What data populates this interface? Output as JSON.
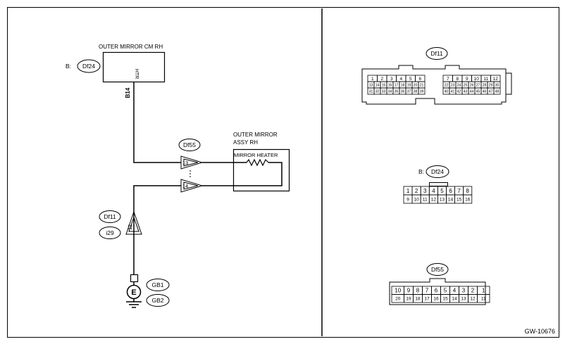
{
  "ecm": {
    "title": "OUTER MIRROR CM RH",
    "prefix": "B:",
    "connector": "Df24",
    "pin_label": "HTR",
    "wire_label": "B14"
  },
  "assy": {
    "title_line1": "OUTER MIRROR",
    "title_line2": "ASSY RH",
    "element": "MIRROR HEATER"
  },
  "relay_connector": {
    "id": "Df55",
    "pins": [
      "13",
      "14"
    ]
  },
  "joint_connector": {
    "id_a": "Df11",
    "id_b": "i29",
    "pin": "12"
  },
  "ground": {
    "symbol": "E",
    "labels": [
      "GB1",
      "GB2"
    ]
  },
  "connector_views": {
    "df11": {
      "id": "Df11",
      "left_rows": [
        [
          "1",
          "2",
          "3",
          "4",
          "5",
          "6"
        ],
        [
          "13",
          "14",
          "15",
          "16",
          "17",
          "18",
          "19",
          "20",
          "21"
        ],
        [
          "31",
          "32",
          "33",
          "34",
          "35",
          "36",
          "37",
          "38",
          "39"
        ]
      ],
      "right_rows": [
        [
          "7",
          "8",
          "9",
          "10",
          "11",
          "12"
        ],
        [
          "22",
          "23",
          "24",
          "25",
          "26",
          "27",
          "28",
          "29",
          "30"
        ],
        [
          "40",
          "41",
          "42",
          "43",
          "44",
          "45",
          "46",
          "47",
          "48"
        ]
      ]
    },
    "df24": {
      "prefix": "B:",
      "id": "Df24",
      "rows": [
        [
          "1",
          "2",
          "3",
          "4",
          "5",
          "6",
          "7",
          "8"
        ],
        [
          "9",
          "10",
          "11",
          "12",
          "13",
          "14",
          "15",
          "16"
        ]
      ]
    },
    "df55": {
      "id": "Df55",
      "rows": [
        [
          "10",
          "9",
          "8",
          "7",
          "6",
          "5",
          "4",
          "3",
          "2",
          "1"
        ],
        [
          "20",
          "19",
          "18",
          "17",
          "16",
          "15",
          "14",
          "13",
          "12",
          "11"
        ]
      ]
    }
  },
  "figure_id": "GW-10676"
}
